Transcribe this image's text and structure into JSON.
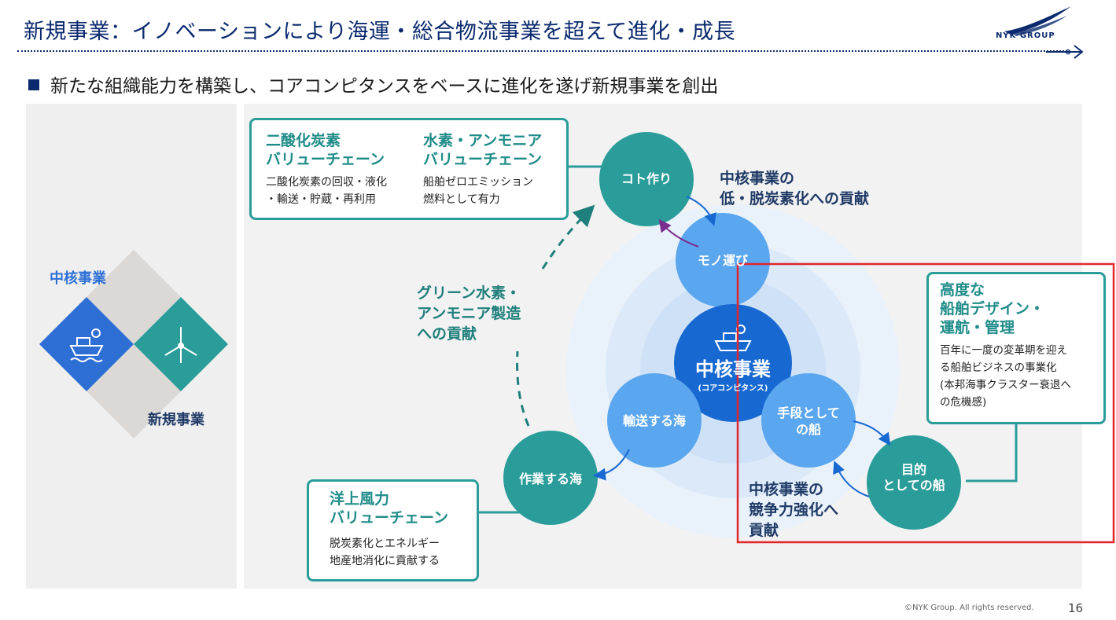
{
  "header": {
    "title": "新規事業：イノベーションにより海運・総合物流事業を超えて進化・成長",
    "logo_text": "NYK GROUP",
    "subtitle": "新たな組織能力を構築し、コアコンピタンスをベースに進化を遂げ新規事業を創出"
  },
  "left_panel": {
    "core_label": "中核事業",
    "new_label": "新規事業",
    "icons": [
      "ship-gear-icon",
      "wind-turbine-icon"
    ]
  },
  "boxes": {
    "co2": {
      "heading_1": "二酸化炭素",
      "heading_2": "バリューチェーン",
      "text_1": "二酸化炭素の回収・液化",
      "text_2": "・輸送・貯蔵・再利用"
    },
    "hydrogen": {
      "heading_1": "水素・アンモニア",
      "heading_2": "バリューチェーン",
      "text_1": "船舶ゼロエミッション",
      "text_2": "燃料として有力"
    },
    "wind": {
      "heading_1": "洋上風力",
      "heading_2": "バリューチェーン",
      "text_1": "脱炭素化とエネルギー",
      "text_2": "地産地消化に貢献する"
    },
    "ship_design": {
      "heading_1": "高度な",
      "heading_2": "船舶デザイン・",
      "heading_3": "運航・管理",
      "text_1": "百年に一度の変革期を迎え",
      "text_2": "る船舶ビジネスの事業化",
      "text_3": "(本邦海事クラスター衰退へ",
      "text_4": " の危機感)"
    }
  },
  "circles": {
    "koto": "コト作り",
    "mono": "モノ運び",
    "core_main": "中核事業",
    "core_sub": "(コアコンピタンス)",
    "transport_sea": "輸送する海",
    "work_sea": "作業する海",
    "means_ship_1": "手段として",
    "means_ship_2": "の船",
    "purpose_ship_1": "目的",
    "purpose_ship_2": "としての船"
  },
  "annotations": {
    "green": [
      "グリーン水素・",
      "アンモニア製造",
      "への貢献"
    ],
    "decarbon": [
      "中核事業の",
      "低・脱炭素化への貢献"
    ],
    "competitive": [
      "中核事業の",
      "競争力強化へ",
      "貢献"
    ]
  },
  "colors": {
    "navy": "#0b2a6e",
    "teal": "#2a9d9a",
    "light_blue": "#5aa6ef",
    "core_blue": "#1769d1",
    "highlight_red": "#e0262b"
  },
  "footer": {
    "copyright": "©NYK Group. All rights reserved.",
    "page": "16"
  }
}
